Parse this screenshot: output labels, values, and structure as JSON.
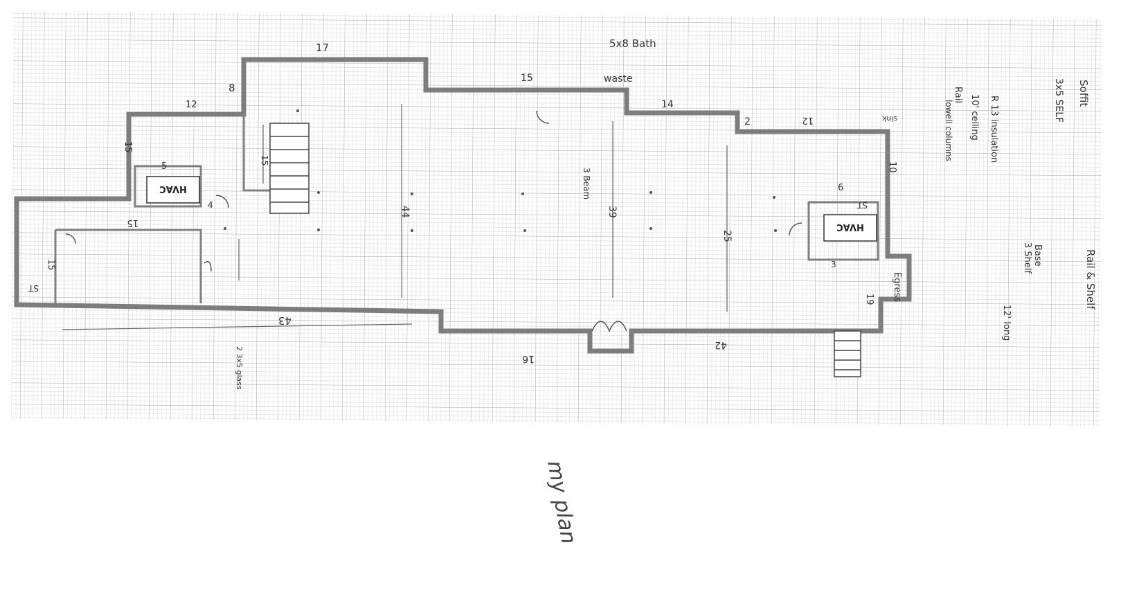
{
  "plan": {
    "hvac_label": "HVAC",
    "handwritten_labels": {
      "dim_17": "17",
      "dim_8": "8",
      "dim_12": "12",
      "dim_15_top": "15",
      "dim_14": "14",
      "dim_2": "2",
      "dim_12_right": "12",
      "dim_10": "10",
      "dim_5": "5",
      "dim_15_left": "15",
      "dim_15_room": "15",
      "dim_15_small": "15",
      "dim_43": "43",
      "dim_44": "44",
      "dim_39": "39",
      "dim_25": "25",
      "dim_16_bottom": "16",
      "dim_42": "42",
      "dim_19": "19",
      "dim_6": "6",
      "dim_15_stair": "15",
      "dim_4": "4",
      "dim_3": "3",
      "bath": "5x8 Bath",
      "waste": "waste",
      "beam": "3 Beam",
      "sink": "sink",
      "glass": "2 3x5 glass",
      "egress": "Egress",
      "st_left": "ST",
      "st_right": "ST",
      "soffit": "Soffit",
      "self": "3x5 SELF",
      "r13": "R 13 insulation",
      "ceiling": "10' ceiling",
      "rail": "Rail",
      "lowell": "lowell columns",
      "rail_shelf": "Rail & Shelf",
      "bar": "Base",
      "bottom_note1": "3 Shelf",
      "bottom_note2": "12' long",
      "signature": "my plan"
    }
  }
}
